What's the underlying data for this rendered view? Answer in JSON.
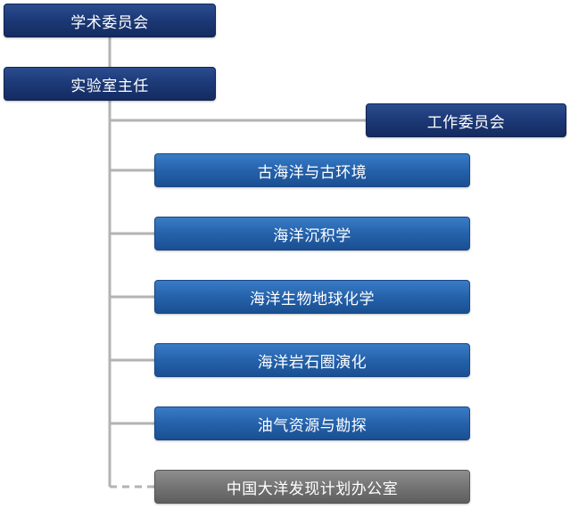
{
  "org_chart": {
    "academic_committee": "学术委员会",
    "lab_director": "实验室主任",
    "working_committee": "工作委员会",
    "research_groups": [
      {
        "label": "古海洋与古环境"
      },
      {
        "label": "海洋沉积学"
      },
      {
        "label": "海洋生物地球化学"
      },
      {
        "label": "海洋岩石圈演化"
      },
      {
        "label": "油气资源与勘探"
      }
    ],
    "office": "中国大洋发现计划办公室",
    "colors": {
      "top_nodes": "#1d3a78",
      "group_nodes": "#2562ab",
      "office_node": "#747474",
      "connector": "#b3b3b3"
    }
  }
}
